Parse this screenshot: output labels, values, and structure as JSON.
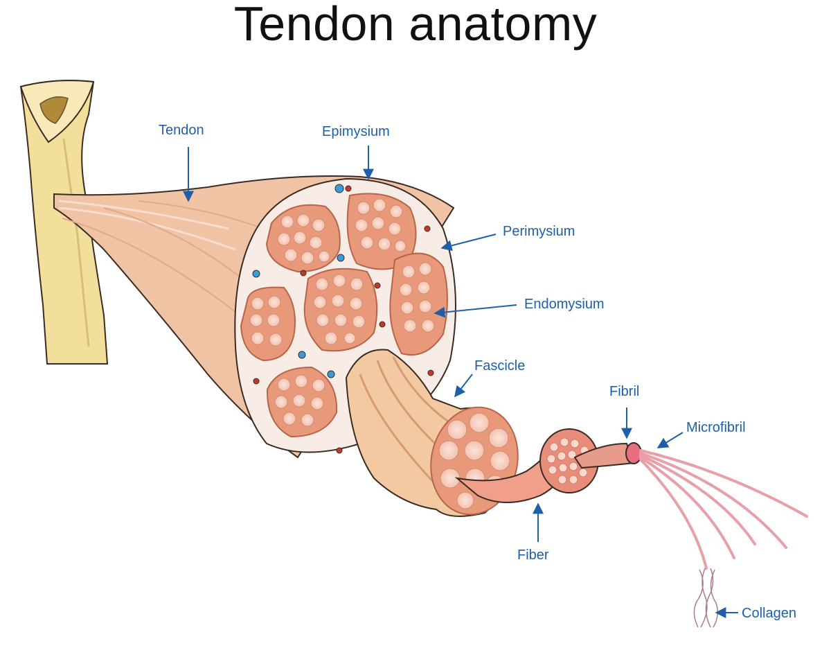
{
  "title": "Tendon anatomy",
  "label_color": "#1f5fa8",
  "labels": {
    "tendon": "Tendon",
    "epimysium": "Epimysium",
    "perimysium": "Perimysium",
    "endomysium": "Endomysium",
    "fascicle": "Fascicle",
    "fibril": "Fibril",
    "microfibril": "Microfibril",
    "fiber": "Fiber",
    "collagen": "Collagen"
  },
  "colors": {
    "bone": "#f3df9c",
    "tendon_flesh": "#f0c3a4",
    "fascicle_fill": "#e8997a",
    "sheath": "#f7ece6",
    "outline": "#3a2a22"
  }
}
